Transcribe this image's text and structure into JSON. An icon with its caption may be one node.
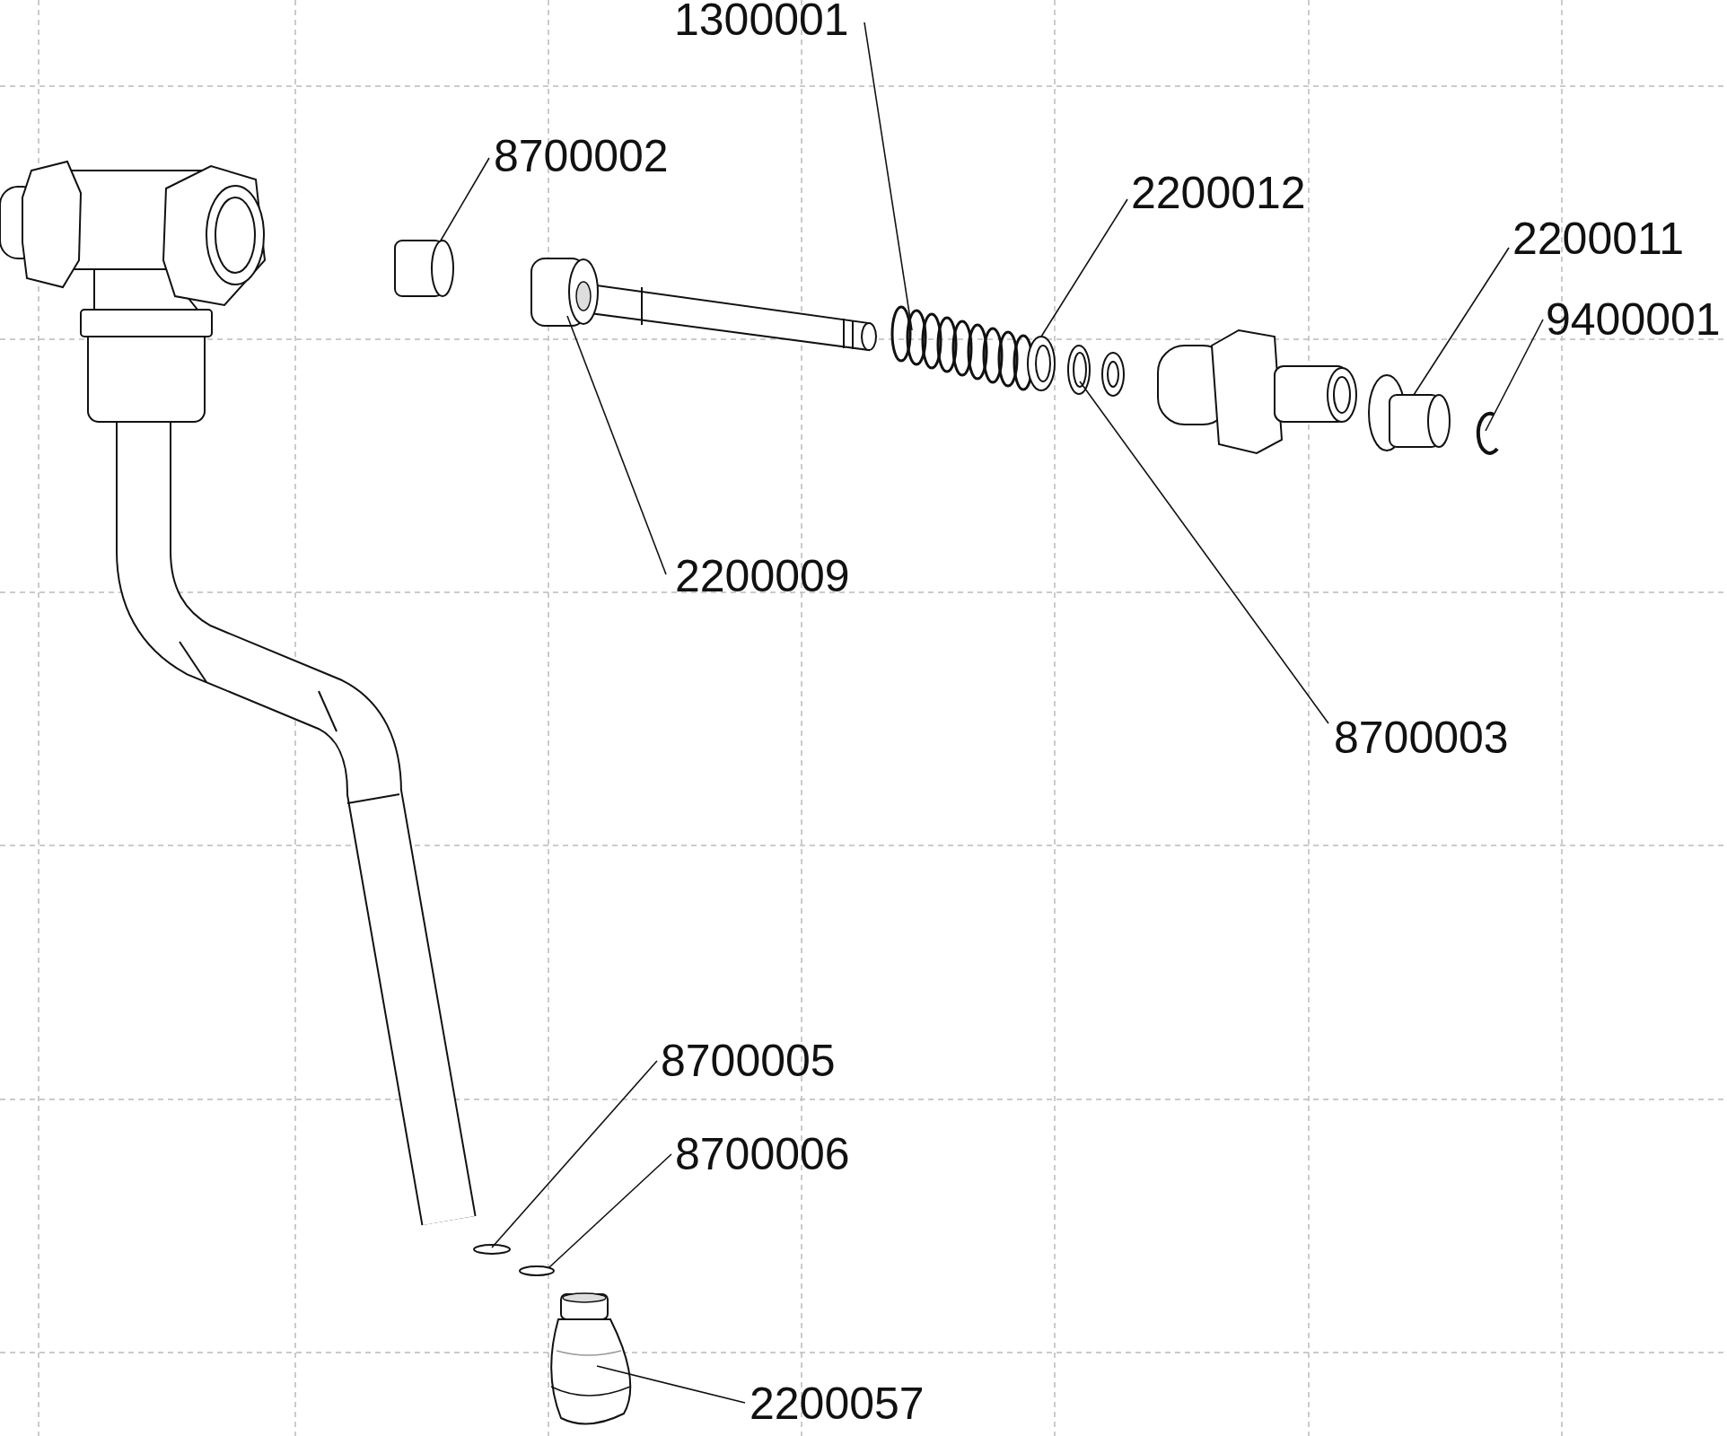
{
  "diagram": {
    "nodes": [
      {
        "text": [
          "1300001"
        ]
      },
      {
        "text": [
          "8700002"
        ]
      },
      {
        "text": [
          "2200012"
        ]
      },
      {
        "text": [
          "2200011"
        ]
      },
      {
        "text": [
          "9400001"
        ]
      },
      {
        "text": [
          "2200009"
        ]
      },
      {
        "text": [
          "8700003"
        ]
      },
      {
        "text": [
          "8700005"
        ]
      },
      {
        "text": [
          "8700006"
        ]
      },
      {
        "text": [
          "2200057"
        ]
      },
      {
        "text": [],
        "shape": "picture"
      },
      {
        "text": [],
        "shape": "cylinder"
      },
      {
        "text": [],
        "shape": "picture"
      },
      {
        "text": [],
        "shape": "picture"
      },
      {
        "text": [],
        "shape": "picture"
      },
      {
        "text": [],
        "shape": "picture"
      },
      {
        "text": [],
        "shape": "picture"
      },
      {
        "text": [],
        "shape": "ellipse"
      },
      {
        "text": [],
        "shape": "ellipse"
      },
      {
        "text": [],
        "shape": "picture"
      }
    ],
    "edges": [
      {
        "from": 0,
        "to": 10,
        "arrow": "none"
      },
      {
        "from": 1,
        "to": 11,
        "arrow": "none"
      },
      {
        "from": 2,
        "to": 12,
        "arrow": "none"
      },
      {
        "from": 3,
        "to": 13,
        "arrow": "none"
      },
      {
        "from": 4,
        "to": 14,
        "arrow": "none"
      },
      {
        "from": 5,
        "to": 15,
        "arrow": "none"
      },
      {
        "from": 6,
        "to": 16,
        "arrow": "none"
      },
      {
        "from": 7,
        "to": 17,
        "arrow": "none"
      },
      {
        "from": 8,
        "to": 18,
        "arrow": "none"
      },
      {
        "from": 9,
        "to": 19,
        "arrow": "none"
      }
    ]
  }
}
